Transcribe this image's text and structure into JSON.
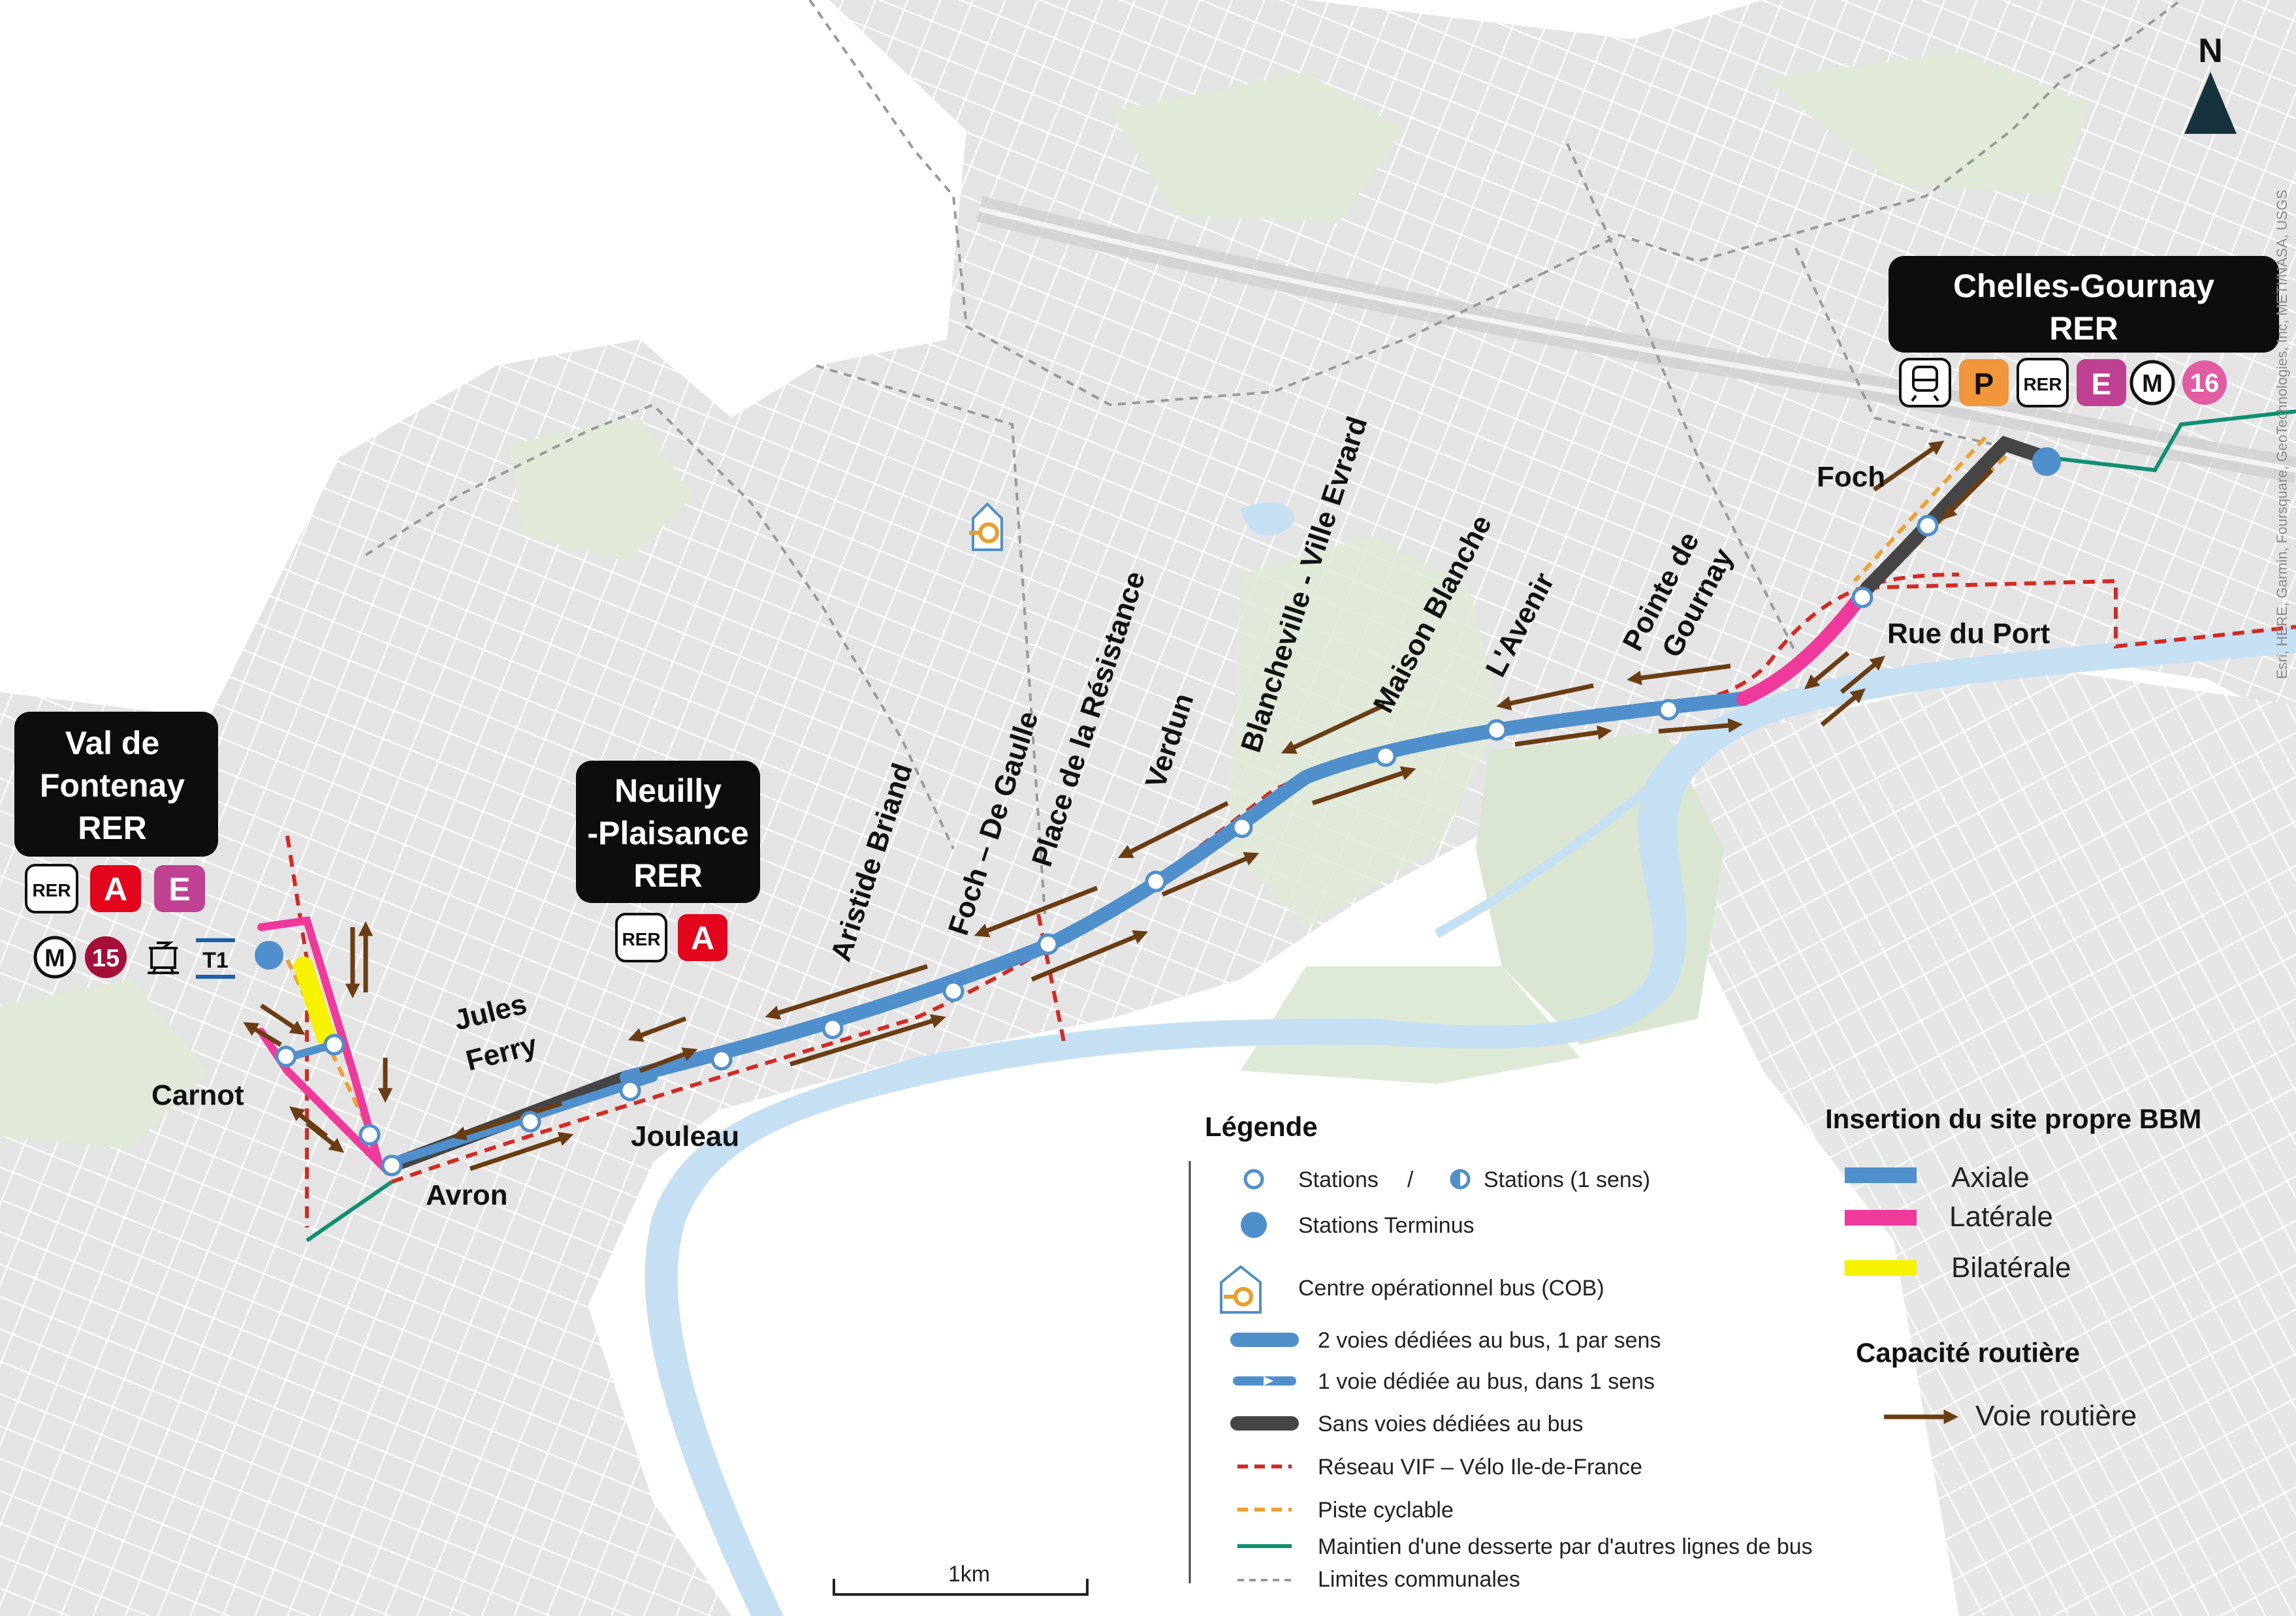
{
  "map": {
    "north_label": "N",
    "attribution": "Esri, HERE, Garmin, Foursquare, GeoTechnologies, Inc, METI/NASA, USGS",
    "scale_label": "1km"
  },
  "terminals": {
    "val_de_fontenay": {
      "line1": "Val de",
      "line2": "Fontenay",
      "line3": "RER",
      "badges": [
        "RER",
        "A",
        "E",
        "M",
        "15",
        "T1"
      ]
    },
    "neuilly_plaisance": {
      "line1": "Neuilly",
      "line2": "-Plaisance",
      "line3": "RER",
      "badges": [
        "RER",
        "A"
      ]
    },
    "chelles_gournay": {
      "line1": "Chelles-Gournay",
      "line2": "RER",
      "badges": [
        "P",
        "RER",
        "E",
        "M",
        "16"
      ]
    }
  },
  "stations": {
    "carnot": "Carnot",
    "jules": "Jules",
    "ferry": "Ferry",
    "avron": "Avron",
    "jouleau": "Jouleau",
    "aristide_briand": "Aristide Briand",
    "foch_de_gaulle": "Foch – De Gaulle",
    "place_resistance": "Place de la Résistance",
    "verdun": "Verdun",
    "blancheville": "Blancheville - Ville Evrard",
    "maison_blanche": "Maison Blanche",
    "avenir": "L'Avenir",
    "pointe_de": "Pointe de",
    "gournay": "Gournay",
    "foch": "Foch",
    "rue_du_port": "Rue du Port"
  },
  "legend": {
    "title": "Légende",
    "stations": "Stations",
    "separator": "/",
    "stations_one_way": "Stations (1 sens)",
    "terminus": "Stations Terminus",
    "cob": "Centre opérationnel bus (COB)",
    "two_lanes": "2 voies dédiées au bus, 1 par sens",
    "one_lane": "1 voie dédiée au bus, dans 1 sens",
    "no_lanes": "Sans voies dédiées au bus",
    "vif": "Réseau VIF – Vélo Ile-de-France",
    "cycle": "Piste cyclable",
    "other_lines": "Maintien d'une desserte par d'autres lignes de bus",
    "limits": "Limites communales"
  },
  "insertion": {
    "title": "Insertion du site propre BBM",
    "axial": "Axiale",
    "lateral": "Latérale",
    "bilateral": "Bilatérale"
  },
  "capacity": {
    "title": "Capacité routière",
    "road": "Voie routière"
  },
  "colors": {
    "axial": "#4f8fcc",
    "lateral": "#ef3a9b",
    "bilateral": "#f7f200",
    "no_lane": "#454545",
    "vif": "#d42a22",
    "cycle": "#f0a030",
    "other_bus": "#109070",
    "road_arrow": "#6a3d12",
    "commune_limit": "#999999",
    "water": "#c5dff3",
    "green": "#dfe9d8",
    "urban": "#e7e7e7",
    "rer_a": "#e3051c",
    "rer_e": "#c04191",
    "metro_15": "#a50e38",
    "metro_16": "#e15ca2",
    "parking": "#f2963b",
    "label_box": "#0d0d0d"
  }
}
